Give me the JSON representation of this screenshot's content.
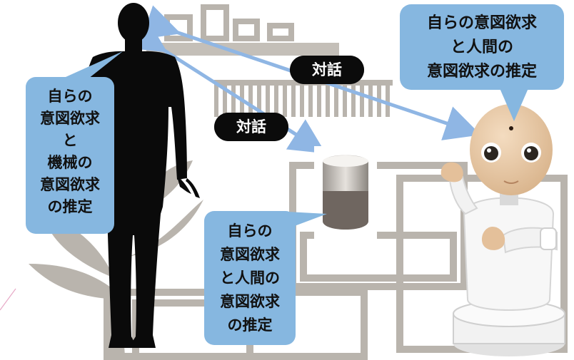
{
  "colors": {
    "background": "#ffffff",
    "room_lines": "#b9b4ad",
    "room_fill": "#e9e6e1",
    "bubble": "#86b7e0",
    "arrow": "#8fb6e4",
    "human": "#0a0a0a",
    "pill": "#0b0b0b"
  },
  "bubbles": {
    "human": [
      "自らの",
      "意図欲求",
      "と",
      "機械の",
      "意図欲求",
      "の推定"
    ],
    "speaker": [
      "自らの",
      "意図欲求",
      "と人間の",
      "意図欲求",
      "の推定"
    ],
    "robot": [
      "自らの意図欲求",
      "と人間の",
      "意図欲求の推定"
    ]
  },
  "dialogue_labels": {
    "upper": "対話",
    "lower": "対話"
  },
  "icons": [
    "human-silhouette-icon",
    "smart-speaker-icon",
    "humanoid-robot-icon",
    "plant-icon"
  ]
}
